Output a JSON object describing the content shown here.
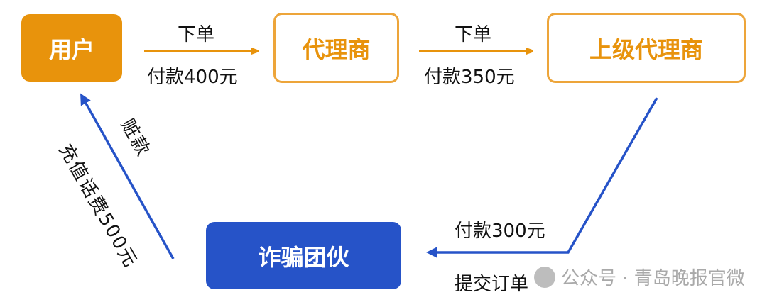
{
  "nodes": {
    "user": "用户",
    "agent": "代理商",
    "upper_agent": "上级代理商",
    "fraud_gang": "诈骗团伙"
  },
  "edges": {
    "user_to_agent": {
      "top": "下单",
      "bottom": "付款400元"
    },
    "agent_to_upper": {
      "top": "下单",
      "bottom": "付款350元"
    },
    "upper_to_gang": {
      "top": "付款300元",
      "bottom": "提交订单"
    },
    "gang_to_user": {
      "right": "赃款",
      "left": "充值话费500元"
    }
  },
  "watermark": "公众号 · 青岛晚报官微",
  "colors": {
    "orange": "#E8930C",
    "blue": "#2653C8"
  }
}
